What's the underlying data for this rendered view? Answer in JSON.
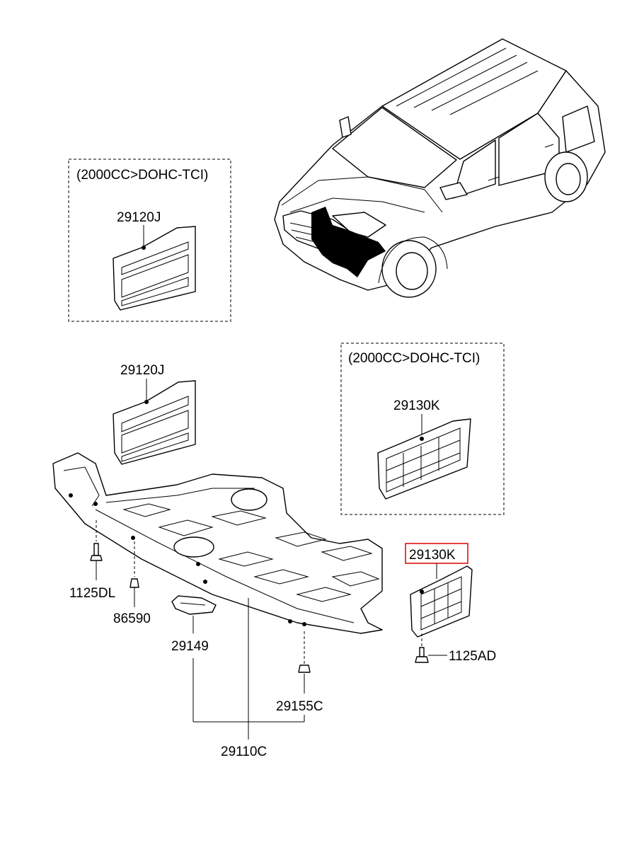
{
  "diagram": {
    "groups": [
      {
        "condition": "(2000CC>DOHC-TCI)",
        "part": "29120J"
      },
      {
        "condition": "(2000CC>DOHC-TCI)",
        "part": "29130K"
      }
    ],
    "parts": {
      "guard_left": "29120J",
      "guard_right": "29130K",
      "guard_right_highlighted": "29130K",
      "bolt_left": "1125DL",
      "clip": "86590",
      "bracket": "29149",
      "nut": "29155C",
      "under_cover": "29110C",
      "bolt_right": "1125AD"
    },
    "highlight_color": "#e01010"
  }
}
